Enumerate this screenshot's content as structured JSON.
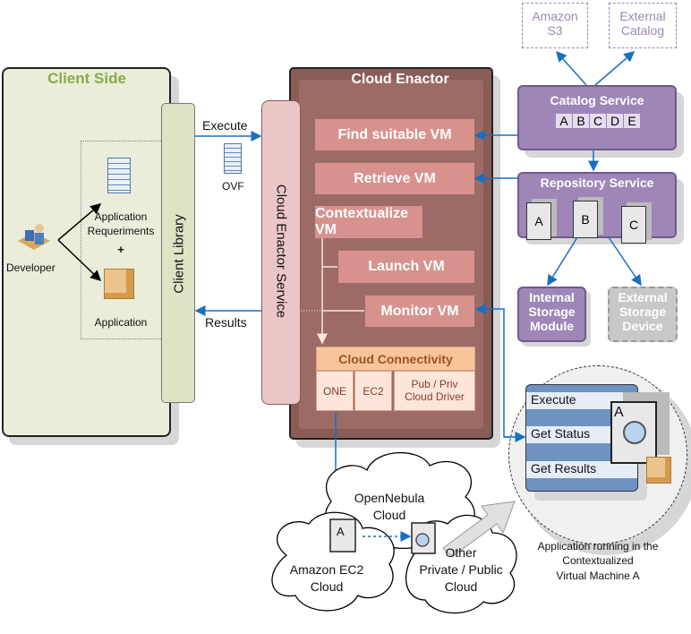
{
  "client_side": {
    "title": "Client Side",
    "client_library": "Client Library",
    "developer": "Developer",
    "app_requirements": [
      "Application",
      "Requeriments"
    ],
    "plus": "+",
    "application": "Application"
  },
  "flow": {
    "execute": "Execute",
    "ovf": "OVF",
    "results": "Results"
  },
  "enactor": {
    "title": "Cloud Enactor",
    "service": "Cloud Enactor Service",
    "steps": [
      "Find suitable VM",
      "Retrieve VM",
      "Contextualize VM",
      "Launch VM",
      "Monitor VM"
    ],
    "connectivity": {
      "title": "Cloud Connectivity",
      "drivers": [
        "ONE",
        "EC2",
        "Pub / Priv",
        "Cloud Driver"
      ]
    }
  },
  "catalog": {
    "title": "Catalog Service",
    "items": [
      "A",
      "B",
      "C",
      "D",
      "E"
    ]
  },
  "external_sources": [
    [
      "Amazon",
      "S3"
    ],
    [
      "External",
      "Catalog"
    ]
  ],
  "repository": {
    "title": "Repository Service",
    "items": [
      "A",
      "B",
      "C"
    ]
  },
  "storage": {
    "internal": [
      "Internal",
      "Storage",
      "Module"
    ],
    "external": [
      "External",
      "Storage",
      "Device"
    ]
  },
  "vm": {
    "actions": [
      "Execute",
      "Get Status",
      "Get Results"
    ],
    "label": "A",
    "caption": [
      "Application running in the",
      "Contextualized",
      "Virtual Machine A"
    ]
  },
  "clouds": {
    "opennebula": [
      "OpenNebula",
      "Cloud"
    ],
    "ec2": [
      "Amazon EC2",
      "Cloud"
    ],
    "other": [
      "Other",
      "Private / Public",
      "Cloud"
    ],
    "vm_a": "A"
  },
  "colors": {
    "client": "#e9edd9",
    "enactor": "#8a5c58",
    "step": "#d8928e",
    "purple": "#9f86b8",
    "arrow": "#1a6fc0"
  }
}
